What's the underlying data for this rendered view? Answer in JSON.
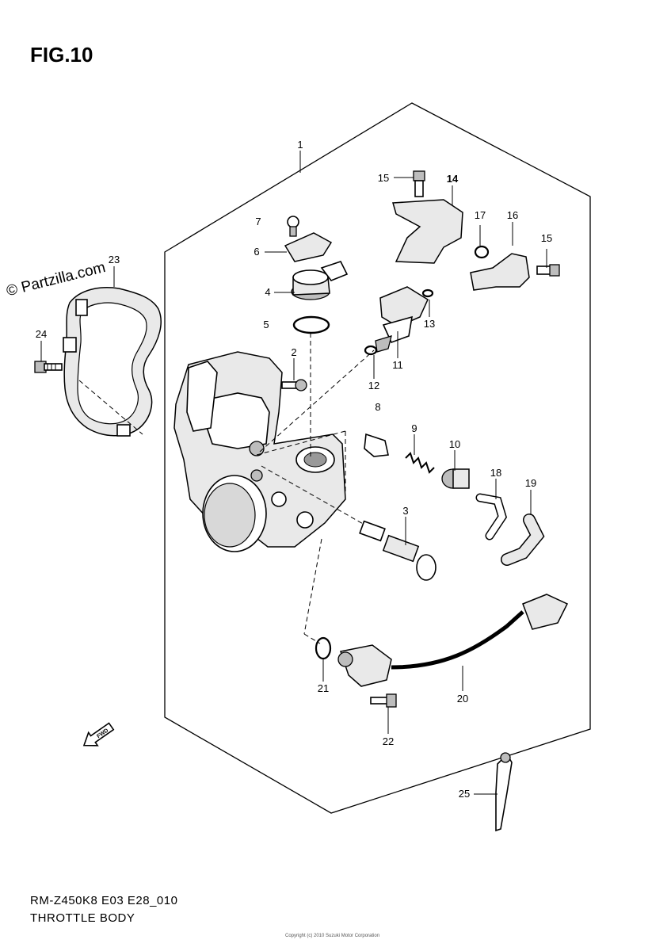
{
  "figure": {
    "title": "FIG.10",
    "watermark": "© Partzilla.com",
    "footer_code": "RM-Z450K8 E03 E28_010",
    "footer_title": "THROTTLE BODY",
    "copyright": "Copyright (c) 2010 Suzuki Motor Corporation"
  },
  "callouts": [
    {
      "id": "c1",
      "text": "1"
    },
    {
      "id": "c2",
      "text": "2"
    },
    {
      "id": "c3",
      "text": "3"
    },
    {
      "id": "c4",
      "text": "4"
    },
    {
      "id": "c5",
      "text": "5"
    },
    {
      "id": "c6",
      "text": "6"
    },
    {
      "id": "c7",
      "text": "7"
    },
    {
      "id": "c8",
      "text": "8"
    },
    {
      "id": "c9",
      "text": "9"
    },
    {
      "id": "c10",
      "text": "10"
    },
    {
      "id": "c11",
      "text": "11"
    },
    {
      "id": "c12",
      "text": "12"
    },
    {
      "id": "c13",
      "text": "13"
    },
    {
      "id": "c14",
      "text": "14"
    },
    {
      "id": "c15a",
      "text": "15"
    },
    {
      "id": "c15b",
      "text": "15"
    },
    {
      "id": "c16",
      "text": "16"
    },
    {
      "id": "c17",
      "text": "17"
    },
    {
      "id": "c18",
      "text": "18"
    },
    {
      "id": "c19",
      "text": "19"
    },
    {
      "id": "c20",
      "text": "20"
    },
    {
      "id": "c21",
      "text": "21"
    },
    {
      "id": "c22",
      "text": "22"
    },
    {
      "id": "c23",
      "text": "23"
    },
    {
      "id": "c24",
      "text": "24"
    },
    {
      "id": "c25",
      "text": "25"
    }
  ],
  "fwd_label": "FWD"
}
